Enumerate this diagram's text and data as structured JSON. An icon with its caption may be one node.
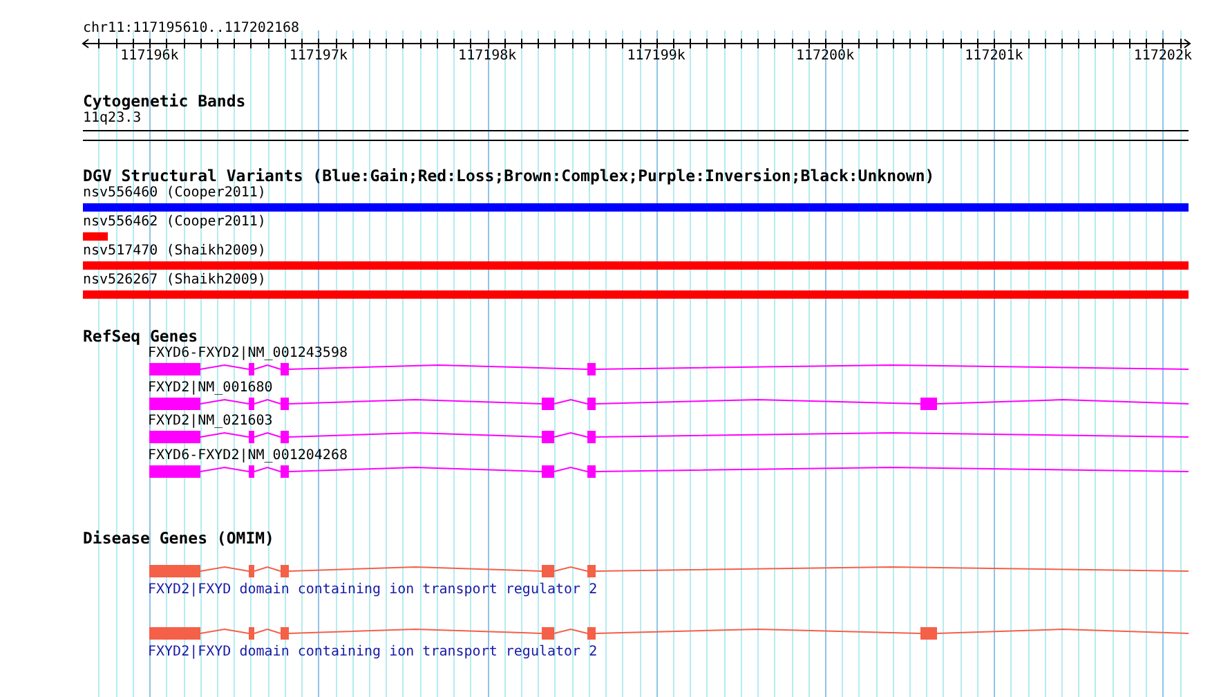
{
  "diagram": {
    "nodes": [
      {
        "text": [
          "11q23.3"
        ]
      },
      {
        "text": [
          "nsv556460 (Cooper2011)"
        ]
      },
      {
        "text": [
          "nsv556462 (Cooper2011)"
        ]
      },
      {
        "text": [
          "nsv517470 (Shaikh2009)"
        ]
      },
      {
        "text": [
          "nsv526267 (Shaikh2009)"
        ]
      },
      {
        "text": [
          "FXYD6-FXYD2|NM_001243598"
        ]
      },
      {
        "text": [
          "FXYD2|NM_001680"
        ]
      },
      {
        "text": [
          "FXYD2|NM_021603"
        ]
      },
      {
        "text": [
          "FXYD6-FXYD2|NM_001204268"
        ]
      },
      {
        "text": [
          "FXYD2|FXYD domain containing ion transport regulator 2"
        ]
      },
      {
        "text": [
          "FXYD2|FXYD domain containing ion transport regulator 2"
        ]
      }
    ],
    "labels": [
      "chr11:117195610..117202168",
      "117196k",
      "117197k",
      "117198k",
      "117199k",
      "117200k",
      "117201k",
      "117202k",
      "Cytogenetic Bands",
      "DGV Structural Variants (Blue:Gain;Red:Loss;Brown:Complex;Purple:Inversion;Black:Unknown)",
      "RefSeq Genes",
      "Disease Genes (OMIM)"
    ]
  }
}
